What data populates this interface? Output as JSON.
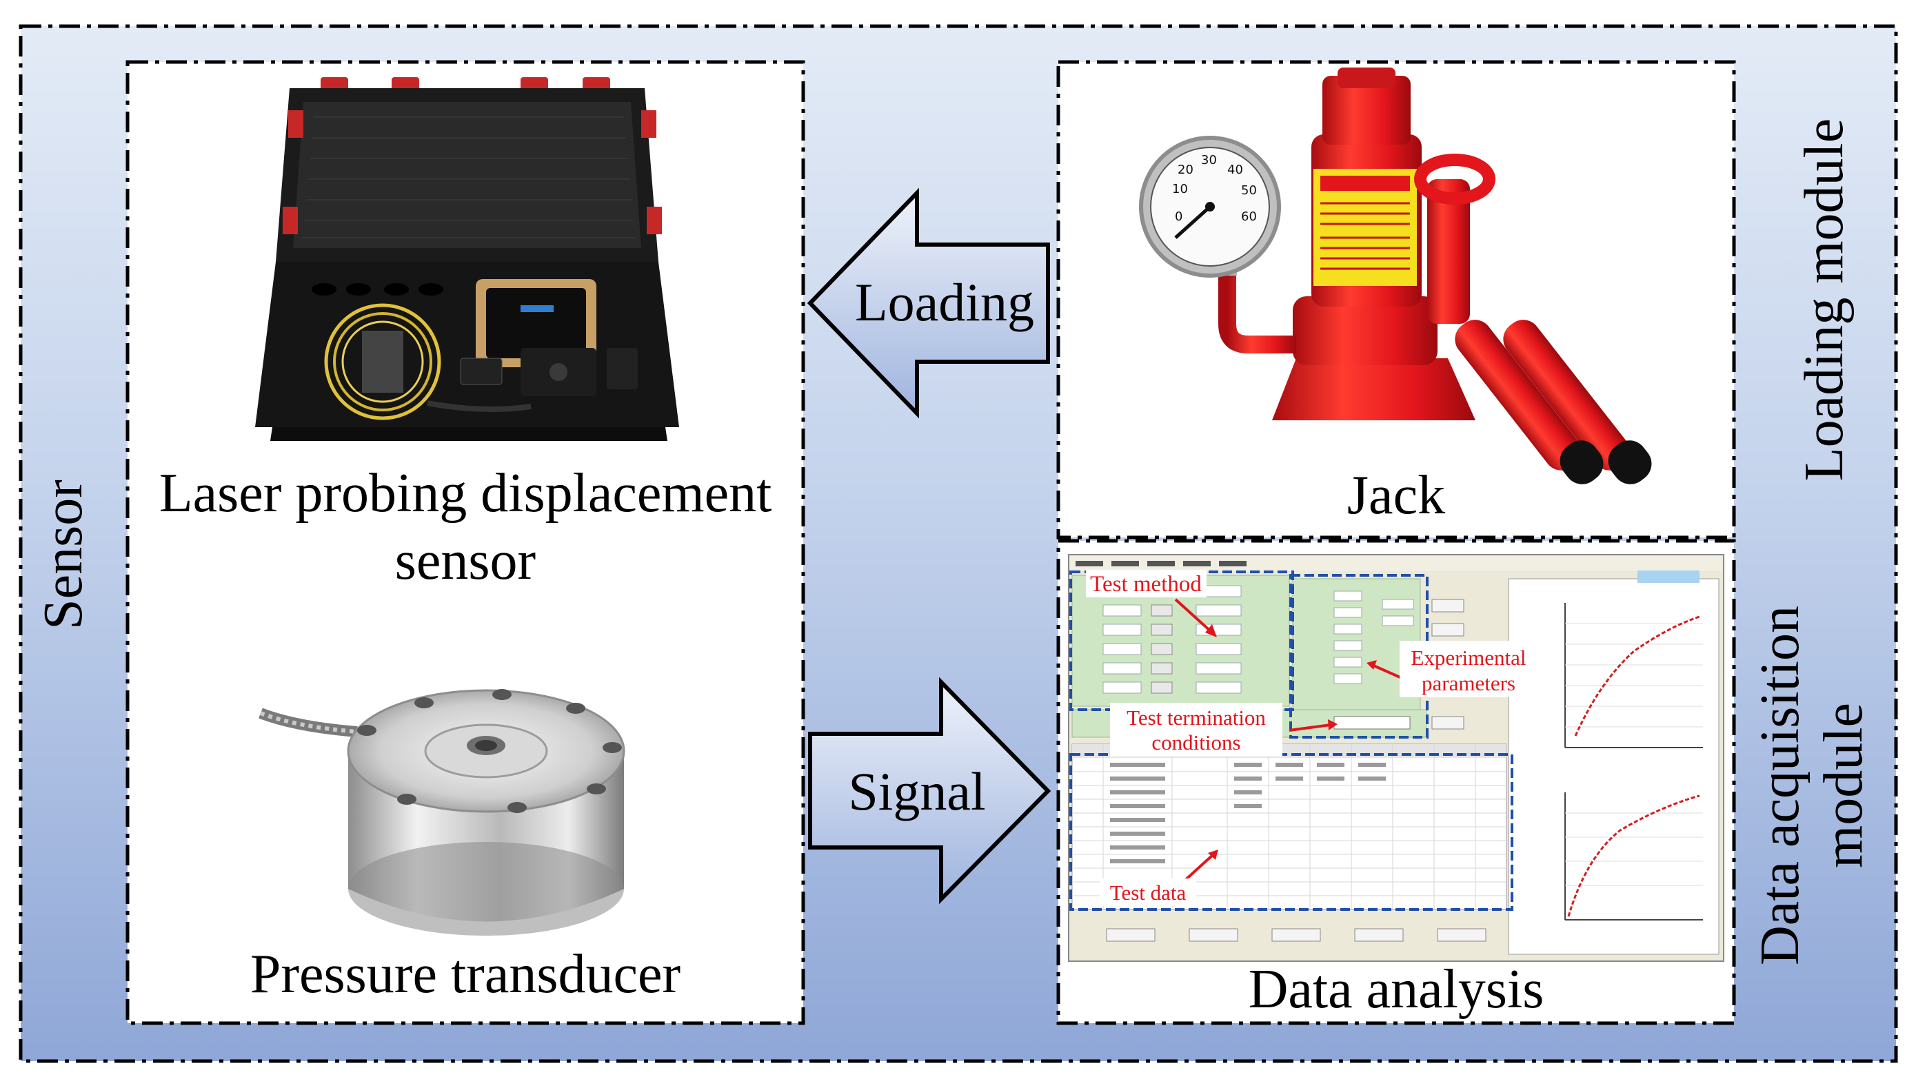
{
  "modules": {
    "sensor": {
      "title": "Sensor"
    },
    "loading": {
      "title": "Loading module"
    },
    "data_acquisition": {
      "title_line1": "Data acquisition",
      "title_line2": "module"
    }
  },
  "components": {
    "laser_sensor": {
      "label_line1": "Laser probing displacement",
      "label_line2": "sensor"
    },
    "pressure_transducer": {
      "label": "Pressure transducer"
    },
    "jack": {
      "label": "Jack"
    },
    "data_analysis": {
      "label": "Data analysis"
    }
  },
  "arrows": {
    "loading": {
      "label": "Loading",
      "direction": "left"
    },
    "signal": {
      "label": "Signal",
      "direction": "right"
    }
  },
  "software_annotations": {
    "test_method": "Test method",
    "experimental_parameters_line1": "Experimental",
    "experimental_parameters_line2": "parameters",
    "test_termination_line1": "Test termination",
    "test_termination_line2": "conditions",
    "test_data": "Test data"
  },
  "gauge": {
    "ticks": [
      "10",
      "20",
      "30",
      "40",
      "50",
      "60",
      "0"
    ]
  },
  "colors": {
    "background_gradient_top": "#dde6f4",
    "background_gradient_bottom": "#8ea6d6",
    "annotation_red": "#e0161c",
    "annotation_box_blue": "#1f4fa8",
    "jack_red": "#e3161c"
  }
}
